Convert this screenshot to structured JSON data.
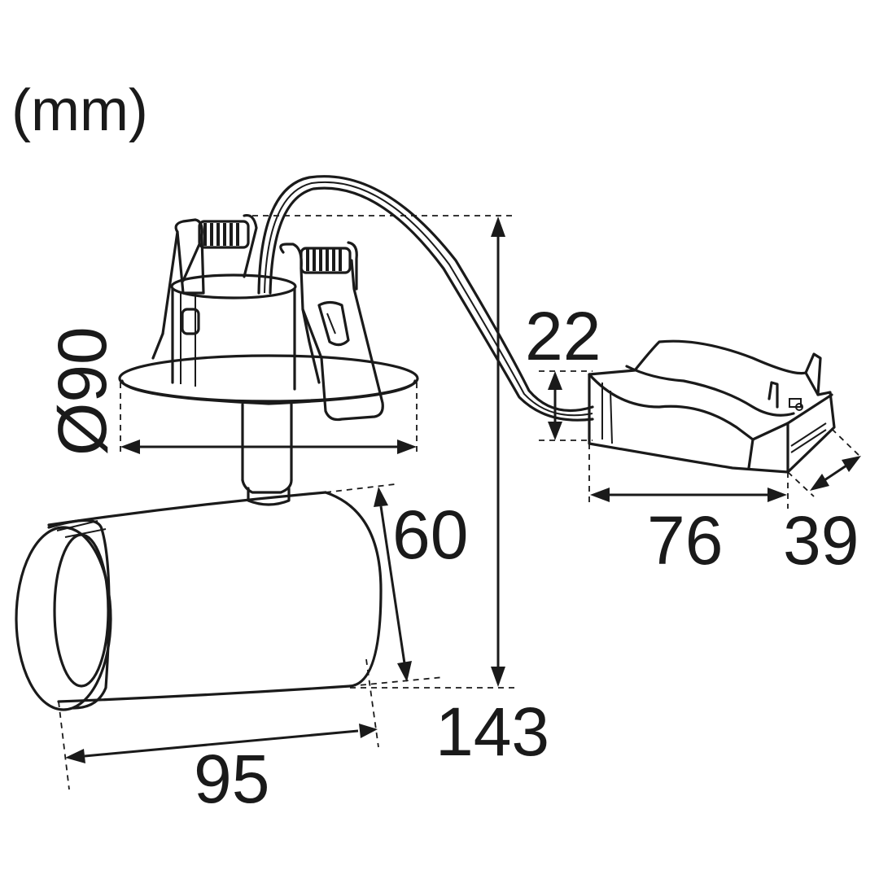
{
  "unit_label": "(mm)",
  "dimensions": {
    "diameter": "Ø90",
    "cylinder_diameter": "60",
    "total_height": "143",
    "cylinder_length": "95",
    "box_height": "22",
    "box_length": "76",
    "box_width": "39"
  }
}
